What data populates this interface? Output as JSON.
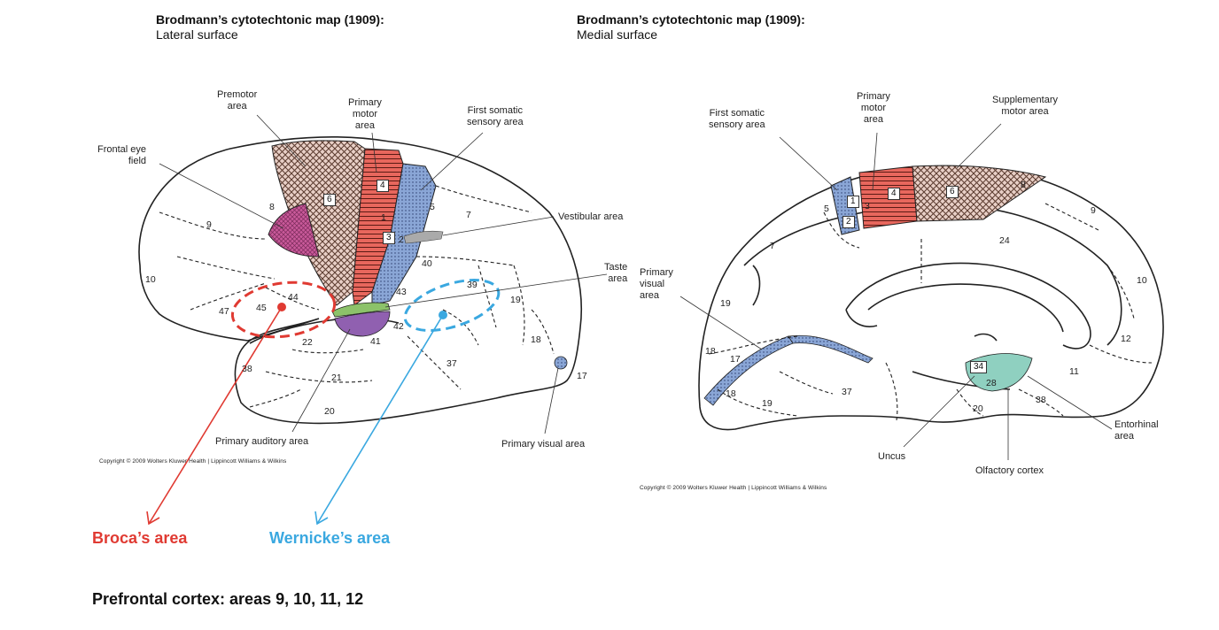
{
  "lateral": {
    "title": "Brodmann’s cytotechtonic map (1909):",
    "subtitle": "Lateral surface",
    "labels": {
      "premotor": [
        "Premotor",
        "area"
      ],
      "primary_motor": [
        "Primary",
        "motor",
        "area"
      ],
      "first_somatic": [
        "First somatic",
        "sensory area"
      ],
      "frontal_eye": [
        "Frontal eye",
        "field"
      ],
      "vestibular": "Vestibular area",
      "taste": [
        "Taste",
        "area"
      ],
      "primary_auditory": "Primary auditory area",
      "primary_visual": "Primary visual area"
    },
    "areas": [
      "6",
      "4",
      "1",
      "3",
      "2",
      "5",
      "7",
      "8",
      "9",
      "10",
      "40",
      "43",
      "44",
      "45",
      "47",
      "39",
      "19",
      "41",
      "42",
      "22",
      "38",
      "21",
      "37",
      "18",
      "17",
      "20"
    ],
    "copyright": "Copyright © 2009 Wolters Kluwer Health | Lippincott Williams & Wilkins"
  },
  "medial": {
    "title": "Brodmann’s cytotechtonic map (1909):",
    "subtitle": "Medial surface",
    "labels": {
      "first_somatic": [
        "First somatic",
        "sensory area"
      ],
      "primary_motor": [
        "Primary",
        "motor",
        "area"
      ],
      "supplementary": [
        "Supplementary",
        "motor area"
      ],
      "primary_visual": [
        "Primary",
        "visual",
        "area"
      ],
      "entorhinal": [
        "Entorhinal",
        "area"
      ],
      "uncus": "Uncus",
      "olfactory": "Olfactory cortex"
    },
    "areas": [
      "1",
      "3",
      "2",
      "5",
      "4",
      "6",
      "8",
      "9",
      "24",
      "7",
      "10",
      "19",
      "12",
      "18",
      "17",
      "11",
      "34",
      "28",
      "37",
      "38",
      "20"
    ],
    "copyright": "Copyright © 2009 Wolters Kluwer Health | Lippincott Williams & Wilkins"
  },
  "callouts": {
    "broca": "Broca’s area",
    "wernicke": "Wernicke’s area",
    "prefrontal": "Prefrontal cortex: areas 9, 10, 11, 12"
  },
  "colors": {
    "broca": "#e03a32",
    "wernicke": "#3aa8e0",
    "premotor_fill": "#e8cfc6",
    "motor_fill": "#e8675d",
    "sensory_fill": "#8aa6d6",
    "frontal_eye_fill": "#c95a9a",
    "taste_fill": "#8cc26a",
    "auditory_fill": "#9060b0",
    "olfactory_fill": "#8fd0c0"
  }
}
